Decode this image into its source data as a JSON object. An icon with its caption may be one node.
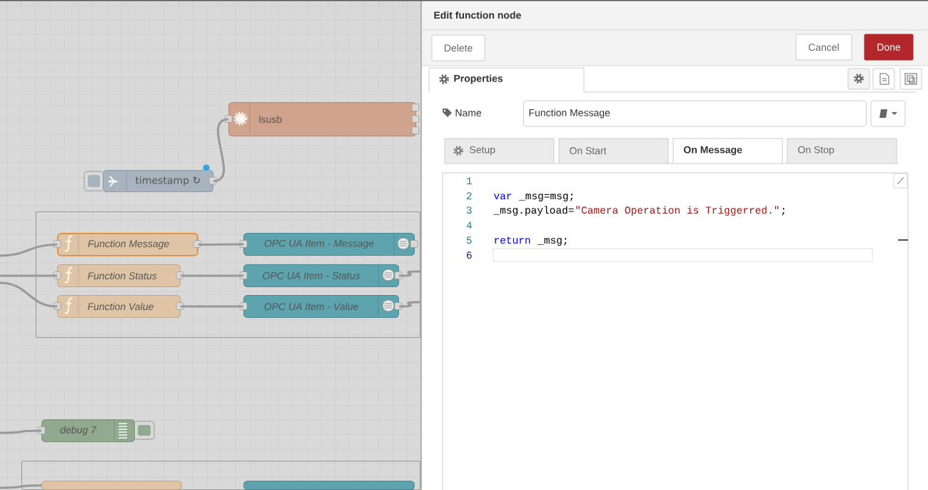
{
  "diagram": {
    "nodes": [
      {
        "text": [
          "lsusb"
        ]
      },
      {
        "text": [
          "timestamp ↻"
        ]
      },
      {
        "text": [],
        "shape": "box"
      },
      {
        "text": [
          "Function Message"
        ],
        "in": 2
      },
      {
        "text": [
          "Function Status"
        ],
        "in": 2
      },
      {
        "text": [
          "Function Value"
        ],
        "in": 2
      },
      {
        "text": [
          "OPC UA Item - Message"
        ],
        "in": 2
      },
      {
        "text": [
          "OPC UA Item - Status"
        ],
        "in": 2
      },
      {
        "text": [
          "OPC UA Item - Value"
        ],
        "in": 2
      },
      {
        "text": [
          "debug 7"
        ]
      },
      {
        "text": [],
        "shape": "box"
      },
      {
        "text": [],
        "shape": "box",
        "in": 10
      },
      {
        "text": [],
        "shape": "box",
        "in": 10
      }
    ],
    "edges": [
      {
        "from": 1,
        "to": 0,
        "arrow": "none"
      },
      {
        "from": 3,
        "to": 6,
        "arrow": "none"
      },
      {
        "from": 4,
        "to": 7,
        "arrow": "none"
      },
      {
        "from": 5,
        "to": 8,
        "arrow": "none"
      },
      {
        "from": null,
        "to": 3,
        "arrow": "none"
      },
      {
        "from": null,
        "to": 4,
        "arrow": "none"
      },
      {
        "from": null,
        "to": 5,
        "arrow": "none"
      },
      {
        "from": 7,
        "to": null,
        "arrow": "none"
      },
      {
        "from": 8,
        "to": null,
        "arrow": "none"
      },
      {
        "from": null,
        "to": 9,
        "arrow": "none"
      },
      {
        "from": null,
        "to": 11,
        "arrow": "none"
      }
    ],
    "labels": [
      "Edit function node",
      "Delete",
      "Cancel",
      "Done",
      "Properties",
      "Name",
      "Function Message",
      "Setup",
      "On Start",
      "On Message",
      "On Stop",
      "1",
      "2",
      "var",
      "_msg=msg;",
      "3",
      "_msg.payload=",
      "\"Camera Operation is Triggerred.\"",
      ";",
      "4",
      "5",
      "return",
      "_msg;",
      "6"
    ]
  }
}
